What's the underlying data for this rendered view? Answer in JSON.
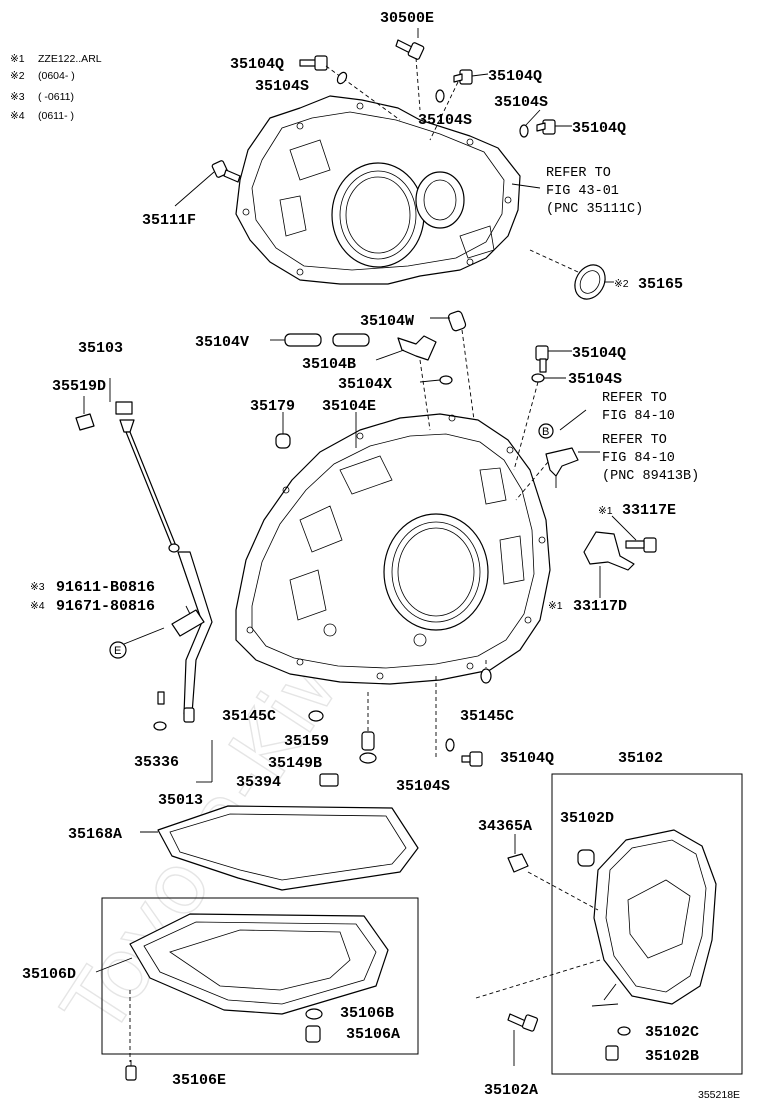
{
  "notes": [
    {
      "mark": "※1",
      "text": "ZZE122..ARL"
    },
    {
      "mark": "※2",
      "text": "(0604-        )"
    },
    {
      "mark": "※3",
      "text": "(        -0611)"
    },
    {
      "mark": "※4",
      "text": "(0611-        )"
    }
  ],
  "watermark": "Toyota-Kiwine.ru",
  "diagram_code": "355218E",
  "labels": {
    "p30500E": "30500E",
    "p35104Q_a": "35104Q",
    "p35104S_a": "35104S",
    "p35104Q_b": "35104Q",
    "p35104S_b": "35104S",
    "p35104S_c": "35104S",
    "p35104Q_c": "35104Q",
    "p35111F": "35111F",
    "p35165": "35165",
    "p35165_mark": "※2",
    "p35104W": "35104W",
    "p35104V": "35104V",
    "p35104B": "35104B",
    "p35104Q_d": "35104Q",
    "p35104X": "35104X",
    "p35104S_d": "35104S",
    "p35103": "35103",
    "p35519D": "35519D",
    "p35179": "35179",
    "p35104E": "35104E",
    "p33117E": "33117E",
    "p33117E_mark": "※1",
    "p33117D": "33117D",
    "p33117D_mark": "※1",
    "p91611": "91611-B0816",
    "p91611_mark": "※3",
    "p91671": "91671-80816",
    "p91671_mark": "※4",
    "p35145C_a": "35145C",
    "p35145C_b": "35145C",
    "p35159": "35159",
    "p35149B": "35149B",
    "p35336": "35336",
    "p35394": "35394",
    "p35104S_e": "35104S",
    "p35104Q_e": "35104Q",
    "p35102": "35102",
    "p35013": "35013",
    "p35168A": "35168A",
    "p34365A": "34365A",
    "p35102D": "35102D",
    "p35106D": "35106D",
    "p35106B": "35106B",
    "p35106A": "35106A",
    "p35106E": "35106E",
    "p35102C": "35102C",
    "p35102B": "35102B",
    "p35102A": "35102A"
  },
  "refs": {
    "r1": {
      "line1": "REFER TO",
      "line2": "FIG 43-01",
      "line3": "(PNC 35111C)"
    },
    "r2": {
      "line1": "REFER TO",
      "line2": "FIG 84-10"
    },
    "r3": {
      "line1": "REFER TO",
      "line2": "FIG 84-10",
      "line3": "(PNC 89413B)"
    }
  },
  "callouts": {
    "b": "B",
    "e": "E"
  }
}
